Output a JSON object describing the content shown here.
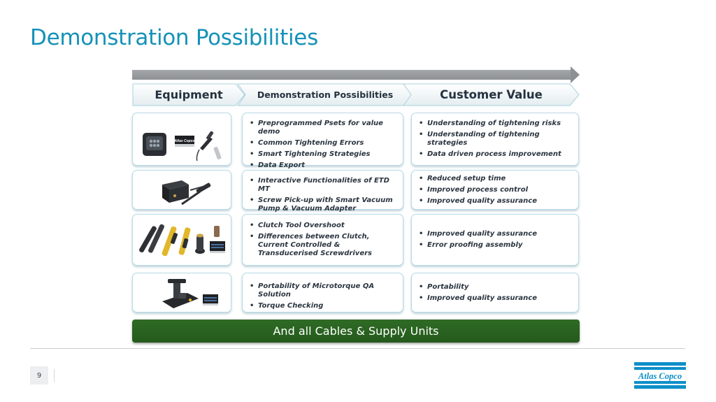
{
  "slide": {
    "title": "Demonstration Possibilities",
    "page_number": "9"
  },
  "header": {
    "equipment": "Equipment",
    "demo": "Demonstration Possibilities",
    "customer": "Customer Value"
  },
  "rows": [
    {
      "demo": [
        "Preprogrammed Psets for value demo",
        "Common Tightening Errors",
        "Smart Tightening Strategies",
        "Data Export"
      ],
      "customer": [
        "Understanding of tightening risks",
        "Understanding of tightening strategies",
        "Data driven process improvement"
      ]
    },
    {
      "demo": [
        "Interactive Functionalities of ETD MT",
        "Screw Pick-up with Smart Vacuum Pump & Vacuum Adapter"
      ],
      "customer": [
        "Reduced setup time",
        "Improved process control",
        "Improved quality assurance"
      ]
    },
    {
      "demo": [
        "Clutch Tool Overshoot",
        "Differences between Clutch, Current Controlled & Transducerised Screwdrivers"
      ],
      "customer": [
        "Improved quality assurance",
        "Error proofing assembly"
      ]
    },
    {
      "demo": [
        "Portability of Microtorque QA Solution",
        "Torque Checking"
      ],
      "customer": [
        "Portability",
        "Improved quality assurance"
      ]
    }
  ],
  "banner": "And all Cables & Supply Units",
  "brand": {
    "name": "Atlas Copco",
    "primary_color": "#1592b8",
    "logo_color": "#0d8fc8",
    "banner_color": "#2b6421"
  }
}
